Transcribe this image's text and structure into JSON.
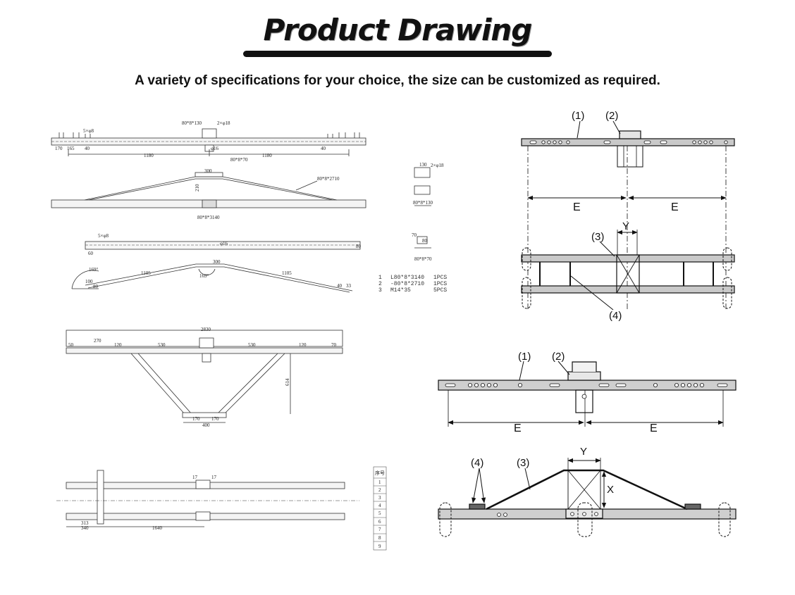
{
  "header": {
    "title": "Product Drawing",
    "subtitle": "A variety of specifications for your choice, the size can be customized as required."
  },
  "drawing1": {
    "top_plate_label": "80*8*130",
    "hole_label": "2×φ18",
    "left_holes_label": "5×φ8",
    "angle_label": "80*8*3140",
    "brace_label": "80*8*2710",
    "plate_bottom_label": "80*8*70",
    "d_170": "170",
    "d_165": "165",
    "d_40": "40",
    "d_40b": "40",
    "d_1180a": "1180",
    "d_1180b": "1180",
    "d_300": "300",
    "d_210": "210",
    "phi16": "φ16"
  },
  "drawing2": {
    "holes": "5×φ8",
    "d_60": "60",
    "d_80": "80",
    "phi16": "φ16",
    "angle_a": "169°",
    "angle_b": "169°",
    "d_1105a": "1105",
    "d_1105b": "1105",
    "d_300": "300",
    "d_100": "100",
    "d_80b": "80",
    "d_40": "40",
    "d_33": "33"
  },
  "drawing3": {
    "d_2830": "2830",
    "d_270": "270",
    "d_530a": "530",
    "d_530b": "530",
    "d_120a": "120",
    "d_120b": "120",
    "d_400": "400",
    "d_170a": "170",
    "d_170b": "170",
    "d_614": "614",
    "d_50": "50",
    "d_70": "70"
  },
  "drawing4": {
    "d_313": "313",
    "d_340": "340",
    "d_1640": "1640",
    "d_17a": "17",
    "d_17b": "17",
    "table_header": "序号",
    "table_rows": [
      "1",
      "2",
      "3",
      "4",
      "5",
      "6",
      "7",
      "8",
      "9"
    ]
  },
  "parts_small": {
    "plate1_label": "80*8*130",
    "plate2_label": "80*8*70",
    "d_130": "130",
    "d_80": "80",
    "d_70": "70",
    "holes": "2×φ18"
  },
  "parts_list": [
    {
      "no": "1",
      "spec": "L80*8*3140",
      "qty": "1PCS"
    },
    {
      "no": "2",
      "spec": "-80*8*2710",
      "qty": "1PCS"
    },
    {
      "no": "3",
      "spec": "M14*35",
      "qty": "5PCS"
    }
  ],
  "diagram_right": {
    "callout_1": "(1)",
    "callout_2": "(2)",
    "callout_3": "(3)",
    "callout_4": "(4)",
    "E": "E",
    "Y": "Y",
    "X": "X"
  }
}
